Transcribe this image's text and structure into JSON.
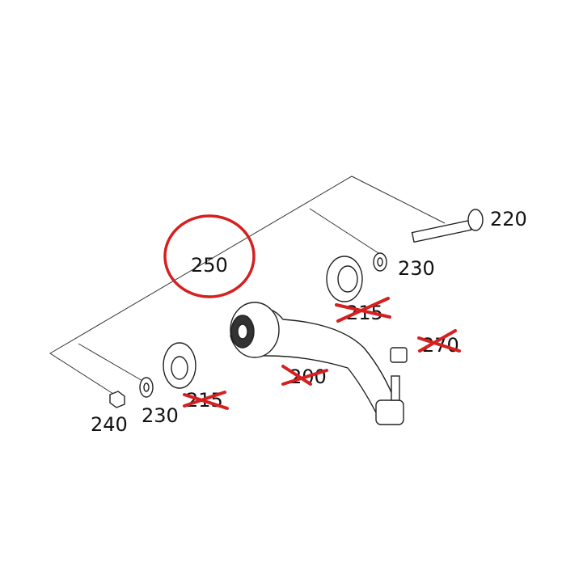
{
  "labels": {
    "bolt": "220",
    "washer_right": "230",
    "washer_left": "230",
    "nut": "240",
    "assembly": "250",
    "bushing_right": "215",
    "bushing_left": "215",
    "control_arm": "200",
    "ball_joint_nut": "270"
  },
  "highlight_color": "#d62020",
  "crossed_out": [
    "215",
    "215",
    "200",
    "270"
  ]
}
